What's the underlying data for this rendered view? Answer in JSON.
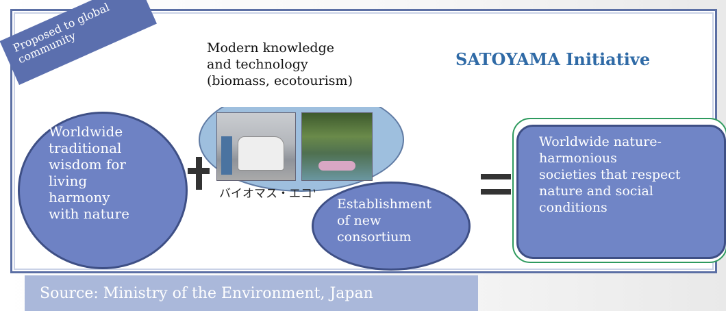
{
  "title": "SATOYAMA Initiative",
  "proposed_label": [
    "Proposed to global",
    "community"
  ],
  "knowledge_lines": [
    "Modern knowledge",
    "and technology",
    "(biomass, ecotourism)"
  ],
  "photo_caption": "バイオマス・エコツ",
  "wisdom_lines": [
    "Worldwide",
    "traditional",
    "wisdom for",
    "living",
    "harmony",
    "with nature"
  ],
  "consortium_lines": [
    "Establishment",
    "of new",
    "consortium"
  ],
  "societies_lines": [
    "Worldwide nature-",
    "harmonious",
    "societies that respect",
    "nature and social",
    "conditions"
  ],
  "source": "Source: Ministry of the Environment, Japan",
  "colors": {
    "accent": "#2f6aa6",
    "bubble": "#6e82c4",
    "bubble_border": "#3e4f85",
    "frame": "#5b6fa4",
    "source_bg": "#aab8da"
  }
}
